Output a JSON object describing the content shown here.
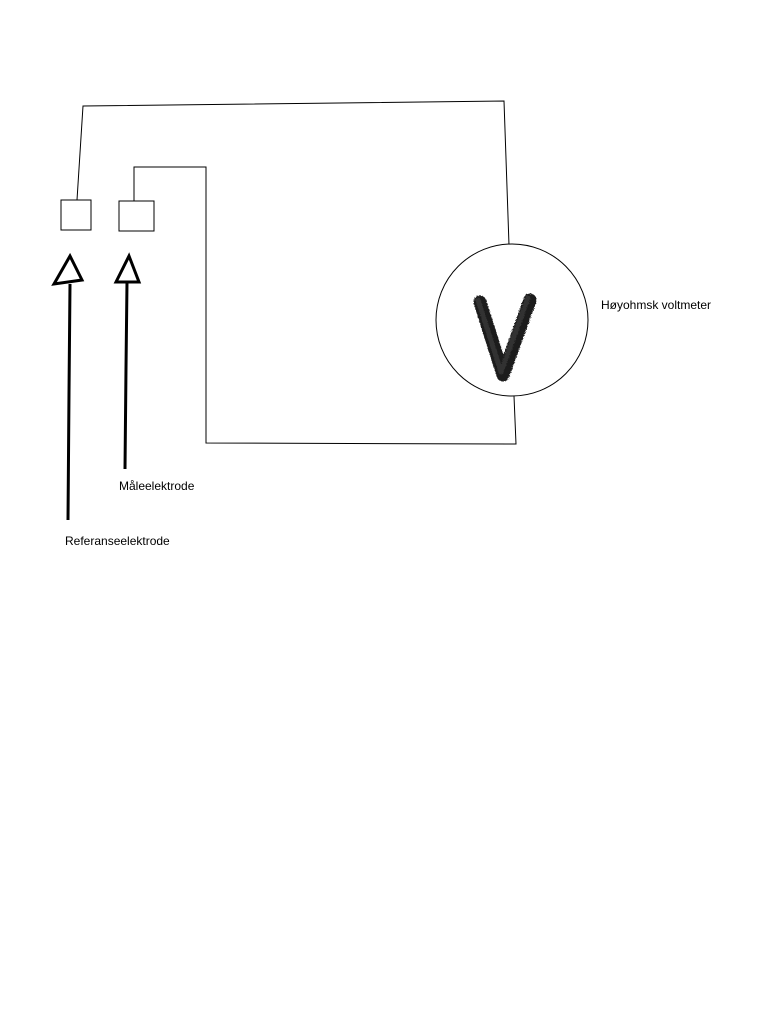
{
  "labels": {
    "voltmeter": "Høyohmsk voltmeter",
    "measuring_electrode": "Måleelektrode",
    "reference_electrode": "Referanseelektrode",
    "voltmeter_symbol": "V"
  },
  "colors": {
    "line": "#000000",
    "background": "#ffffff"
  }
}
